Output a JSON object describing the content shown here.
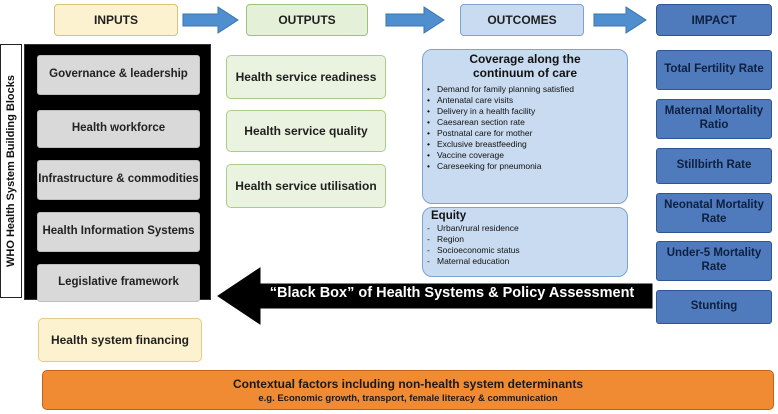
{
  "headers": {
    "inputs": "INPUTS",
    "outputs": "OUTPUTS",
    "outcomes": "OUTCOMES",
    "impact": "IMPACT"
  },
  "building_blocks": {
    "side_label": "WHO Health System Building Blocks",
    "items": [
      "Governance & leadership",
      "Health workforce",
      "Infrastructure & commodities",
      "Health Information Systems",
      "Legislative framework"
    ]
  },
  "financing": "Health system financing",
  "outputs": [
    "Health service readiness",
    "Health service quality",
    "Health service utilisation"
  ],
  "coverage": {
    "title": "Coverage along the continuum of care",
    "items": [
      "Demand for family planning satisfied",
      "Antenatal care visits",
      "Delivery in a health facility",
      "Caesarean section rate",
      "Postnatal care for mother",
      "Exclusive breastfeeding",
      "Vaccine coverage",
      "Careseeking for pneumonia"
    ]
  },
  "equity": {
    "title": "Equity",
    "items": [
      "Urban/rural residence",
      "Region",
      "Socioeconomic status",
      "Maternal education"
    ]
  },
  "impact": [
    "Total Fertility Rate",
    "Maternal Mortality Ratio",
    "Stillbirth Rate",
    "Neonatal Mortality Rate",
    "Under-5 Mortality Rate",
    "Stunting"
  ],
  "black_box_label": "“Black Box” of Health Systems & Policy Assessment",
  "context": {
    "line1": "Contextual factors including non-health system determinants",
    "line2": "e.g. Economic growth, transport, female literacy & communication"
  },
  "colors": {
    "arrow_blue": "#4f8fd0",
    "impact_blue": "#4f7bbd",
    "context_orange": "#f08a33"
  }
}
